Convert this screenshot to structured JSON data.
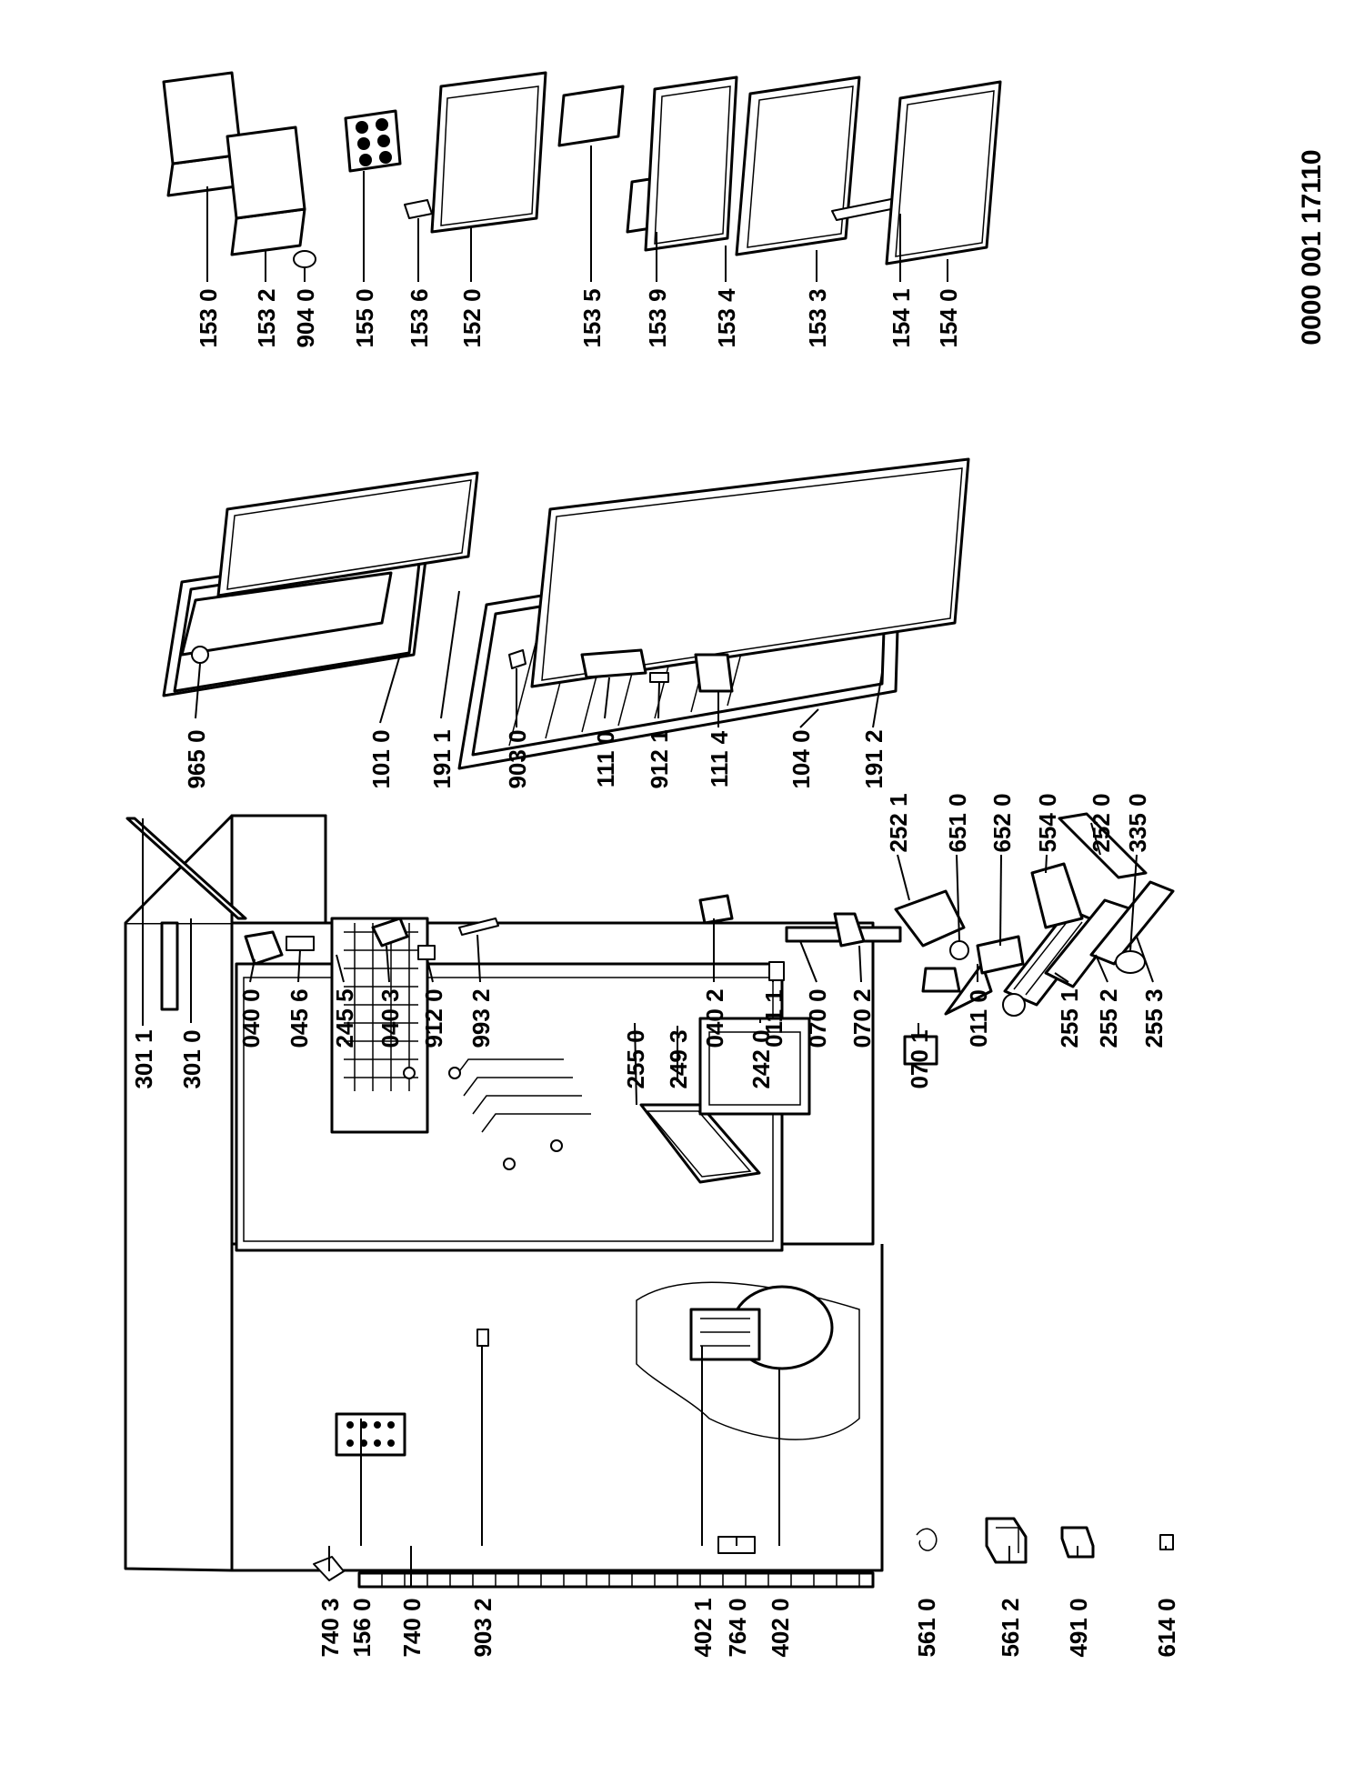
{
  "drawing_number": "0000 001 17110",
  "labels": {
    "l_7403": "740 3",
    "l_1560": "156 0",
    "l_7400": "740 0",
    "l_9032": "903 2",
    "l_4021": "402 1",
    "l_7640": "764 0",
    "l_4020": "402 0",
    "l_5610": "561 0",
    "l_5612": "561 2",
    "l_4910": "491 0",
    "l_6140": "614 0",
    "l_3011": "301 1",
    "l_3010": "301 0",
    "l_0400": "040 0",
    "l_0456": "045 6",
    "l_2455": "245 5",
    "l_0403": "040 3",
    "l_9120": "912 0",
    "l_9932": "993 2",
    "l_2550": "255 0",
    "l_2493": "249 3",
    "l_0402": "040 2",
    "l_2420": "242 0",
    "l_0111": "011 1",
    "l_0700": "070 0",
    "l_0702": "070 2",
    "l_0701": "070 1",
    "l_0110": "011 0",
    "l_2551": "255 1",
    "l_2552": "255 2",
    "l_2553": "255 3",
    "l_2521": "252 1",
    "l_6510": "651 0",
    "l_6520": "652 0",
    "l_5540": "554 0",
    "l_2520": "252 0",
    "l_3350": "335 0",
    "l_9650": "965 0",
    "l_1010": "101 0",
    "l_1911": "191 1",
    "l_9030": "903 0",
    "l_1110": "111 0",
    "l_9121": "912 1",
    "l_1114": "111 4",
    "l_1040": "104 0",
    "l_1912": "191 2",
    "l_1530": "153 0",
    "l_1532": "153 2",
    "l_9040": "904 0",
    "l_1550": "155 0",
    "l_1536": "153 6",
    "l_1520": "152 0",
    "l_1535": "153 5",
    "l_1539": "153 9",
    "l_1534": "153 4",
    "l_1533": "153 3",
    "l_1541": "154 1",
    "l_1540": "154 0"
  }
}
